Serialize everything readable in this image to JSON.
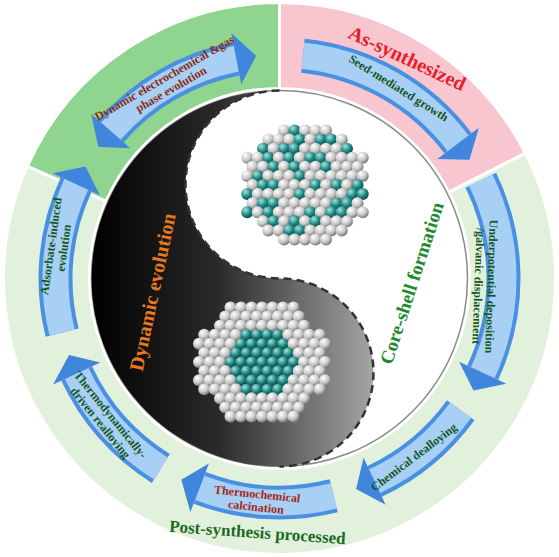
{
  "diagram": {
    "nodes": [
      {
        "text": [
          "Seed-mediated growth"
        ]
      },
      {
        "text": [
          "Underpotential deposition /galvanic displacement"
        ]
      },
      {
        "text": [
          "Chemical dealloying"
        ]
      },
      {
        "text": [
          "Thermochemical calcination"
        ]
      },
      {
        "text": [
          "Thermodynamically-driven realloying"
        ]
      },
      {
        "text": [
          "Adsorbate-induced evolution"
        ]
      },
      {
        "text": [
          "Dynamic electrochemical &gas phase evolution"
        ]
      }
    ],
    "labels": [
      "As-synthesized",
      "Core-shell formation",
      "Post-synthesis processed",
      "Dynamic evolution"
    ]
  }
}
